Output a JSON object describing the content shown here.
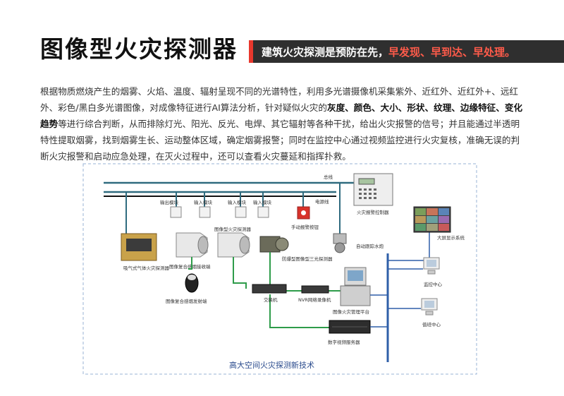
{
  "header": {
    "title": "图像型火灾探测器",
    "banner_prefix": "建筑火灾探测是预防在先，",
    "banner_highlight": "早发现、早到达、早处理。"
  },
  "description": {
    "seg1": "根据物质燃烧产生的烟雾、火焰、温度、辐射呈现不同的光谱特性，利用多光谱摄像机采集紫外、近红外、近红外+、远红外、彩色/黑白多光谱图像，对成像特征进行AI算法分析，针对疑似火灾的",
    "bold1": "灰度、颜色、大小、形状、纹理、边缘特征、变化趋势",
    "seg2": "等进行综合判断，从而排除灯光、阳光、反光、电焊、其它辐射等各种干扰，给出火灾报警的信号；并且能通过半透明特性提取烟雾，找到烟雾生长、运动整体区域，确定烟雾报警；同时在监控中心通过视频监控进行火灾复核，准确无误的判断火灾报警和启动应急处理，在灭火过程中，还可以查看火灾蔓延和指挥扑救。"
  },
  "diagram": {
    "labels": {
      "bus": "总线",
      "power": "电源线",
      "output_module": "输出模块",
      "input_module_1": "输入模块",
      "input_module_2": "输入模块",
      "input_module_3": "输入模块",
      "manual_alarm": "手动报警按钮",
      "fire_controller": "火灾报警控制器",
      "aspirating_detector": "吸气式气体火灾探测器",
      "image_detector_receiver": "图像复合感烟接收端",
      "image_fire_detector": "图像型火灾探测器",
      "explosion_proof_detector": "防爆型图像型三光探测器",
      "auto_water_cannon": "自动跟踪水炮",
      "image_smoke_transmitter": "图像复合感烟发射端",
      "switch": "交换机",
      "nvr": "NVR网络录像机",
      "mgmt_platform": "图像火灾管理平台",
      "storage_server": "数字视频服务器",
      "big_screen": "大屏显示系统",
      "monitor_center": "监控中心",
      "duty_center": "值班中心",
      "caption": "高大空间火灾探测新技术"
    }
  }
}
